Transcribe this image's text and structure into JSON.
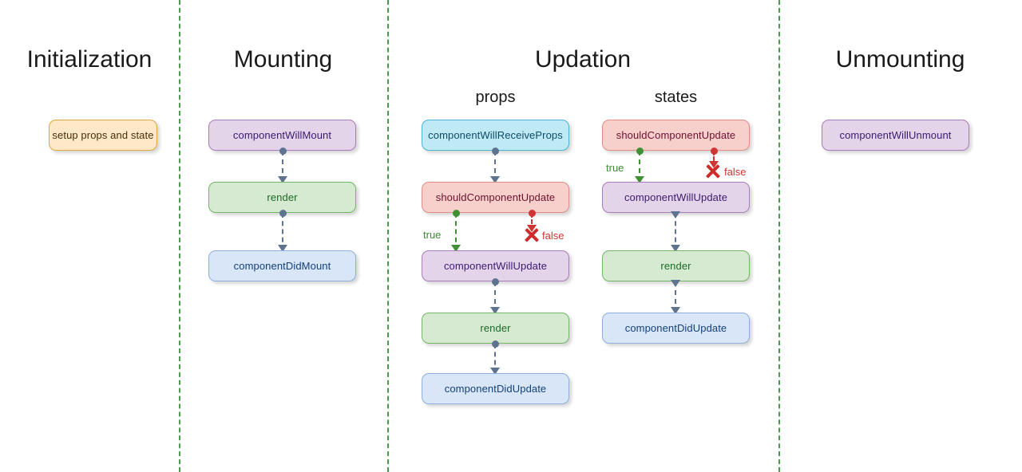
{
  "diagram": {
    "title_semantic": "react-component-lifecycle",
    "colors": {
      "divider": "#4e9a4e",
      "connector": "#5e7390",
      "true_branch": "#3f9133",
      "false_branch": "#cf3535",
      "orange_fill": "#fde8c8",
      "purple_fill": "#e4d4ea",
      "green_fill": "#d5ead0",
      "blue_fill": "#d9e6f8",
      "red_fill": "#f7cfcb",
      "cyan_fill": "#bfe9f5"
    }
  },
  "phases": [
    {
      "id": "initialization",
      "title": "Initialization"
    },
    {
      "id": "mounting",
      "title": "Mounting"
    },
    {
      "id": "updation",
      "title": "Updation"
    },
    {
      "id": "unmounting",
      "title": "Unmounting"
    }
  ],
  "subheadings": [
    {
      "id": "props",
      "label": "props"
    },
    {
      "id": "states",
      "label": "states"
    }
  ],
  "nodes": {
    "initialization": [
      {
        "id": "setup-props-and-state",
        "label": "setup props and state",
        "color": "orange"
      }
    ],
    "mounting": [
      {
        "id": "component-will-mount",
        "label": "componentWillMount",
        "color": "purple"
      },
      {
        "id": "render",
        "label": "render",
        "color": "green"
      },
      {
        "id": "component-did-mount",
        "label": "componentDidMount",
        "color": "blue"
      }
    ],
    "updation_props": [
      {
        "id": "component-will-receive-props",
        "label": "componentWillReceiveProps",
        "color": "cyan"
      },
      {
        "id": "should-component-update",
        "label": "shouldComponentUpdate",
        "color": "red"
      },
      {
        "id": "component-will-update",
        "label": "componentWillUpdate",
        "color": "purple"
      },
      {
        "id": "render",
        "label": "render",
        "color": "green"
      },
      {
        "id": "component-did-update",
        "label": "componentDidUpdate",
        "color": "blue"
      }
    ],
    "updation_states": [
      {
        "id": "should-component-update",
        "label": "shouldComponentUpdate",
        "color": "red"
      },
      {
        "id": "component-will-update",
        "label": "componentWillUpdate",
        "color": "purple"
      },
      {
        "id": "render",
        "label": "render",
        "color": "green"
      },
      {
        "id": "component-did-update",
        "label": "componentDidUpdate",
        "color": "blue"
      }
    ],
    "unmounting": [
      {
        "id": "component-will-unmount",
        "label": "componentWillUnmount",
        "color": "purple"
      }
    ]
  },
  "branch_labels": {
    "props_true": "true",
    "props_false": "false",
    "states_true": "true",
    "states_false": "false"
  }
}
